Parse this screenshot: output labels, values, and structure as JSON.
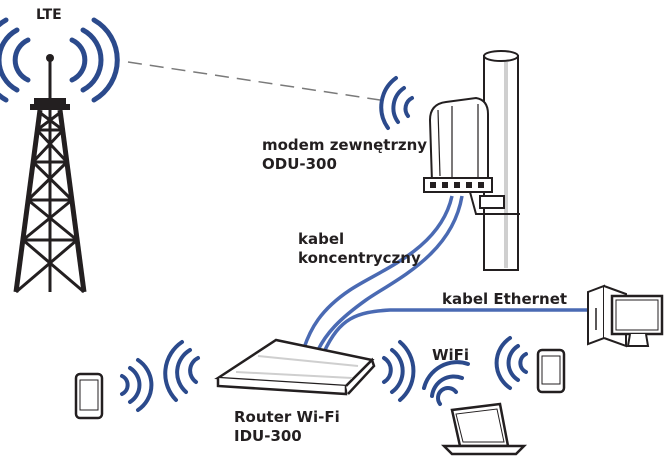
{
  "labels": {
    "lte": "LTE",
    "modem_line1": "modem zewnętrzny",
    "modem_line2": "ODU-300",
    "coax_line1": "kabel",
    "coax_line2": "koncentryczny",
    "ethernet": "kabel Ethernet",
    "wifi": "WiFi",
    "router_line1": "Router Wi-Fi",
    "router_line2": "IDU-300"
  },
  "colors": {
    "signal": "#2b4a8c",
    "cable": "#4a6ab3",
    "outline": "#231f20",
    "dashed_link": "#7a7a7a"
  },
  "icons": [
    "lte-tower-icon",
    "odu-modem-icon",
    "mast-pole-icon",
    "router-icon",
    "desktop-computer-icon",
    "laptop-icon",
    "smartphone-icon",
    "wifi-signal-icon"
  ]
}
